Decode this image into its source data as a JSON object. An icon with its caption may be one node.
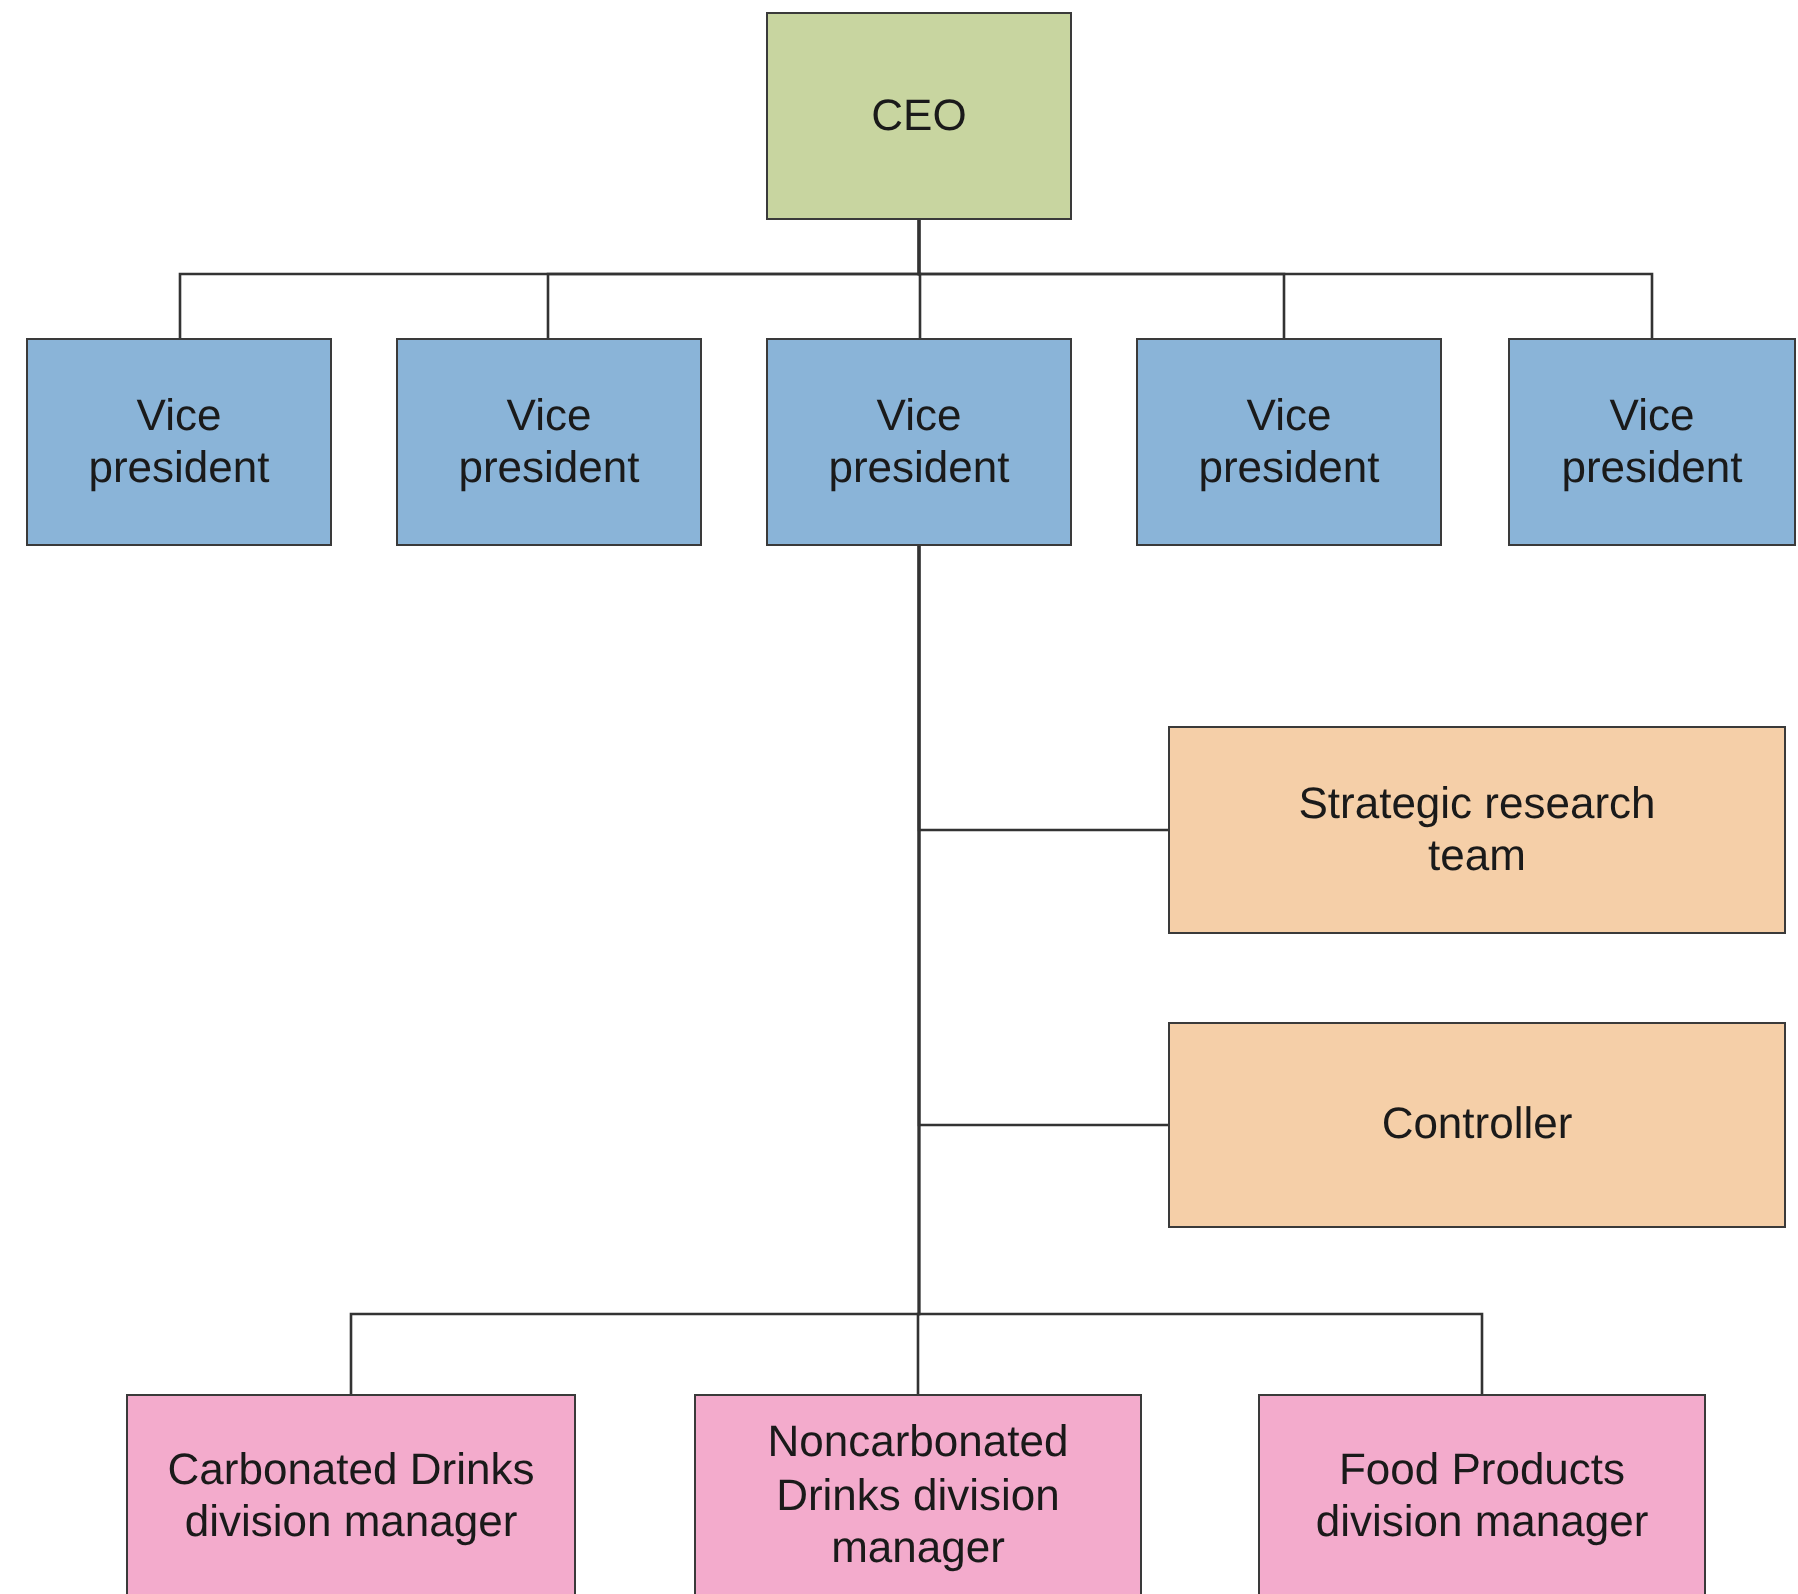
{
  "diagram": {
    "nodes": [
      {
        "text": [
          "CEO"
        ]
      },
      {
        "text": [
          "Vice president"
        ]
      },
      {
        "text": [
          "Vice president"
        ]
      },
      {
        "text": [
          "Vice president"
        ]
      },
      {
        "text": [
          "Vice president"
        ]
      },
      {
        "text": [
          "Vice president"
        ]
      },
      {
        "text": [
          "Strategic research team"
        ]
      },
      {
        "text": [
          "Controller"
        ]
      },
      {
        "text": [
          "Carbonated Drinks division manager"
        ]
      },
      {
        "text": [
          "Noncarbonated Drinks division manager"
        ]
      },
      {
        "text": [
          "Food Products division manager"
        ]
      }
    ],
    "edges": [
      {
        "from": 0,
        "to": 1,
        "arrow": "none"
      },
      {
        "from": 0,
        "to": 2,
        "arrow": "none"
      },
      {
        "from": 0,
        "to": 3,
        "arrow": "none"
      },
      {
        "from": 0,
        "to": 4,
        "arrow": "none"
      },
      {
        "from": 0,
        "to": 5,
        "arrow": "none"
      },
      {
        "from": 3,
        "to": 6,
        "arrow": "none"
      },
      {
        "from": 3,
        "to": 7,
        "arrow": "none"
      },
      {
        "from": 3,
        "to": 8,
        "arrow": "none"
      },
      {
        "from": 3,
        "to": 9,
        "arrow": "none"
      },
      {
        "from": 3,
        "to": 10,
        "arrow": "none"
      }
    ]
  }
}
